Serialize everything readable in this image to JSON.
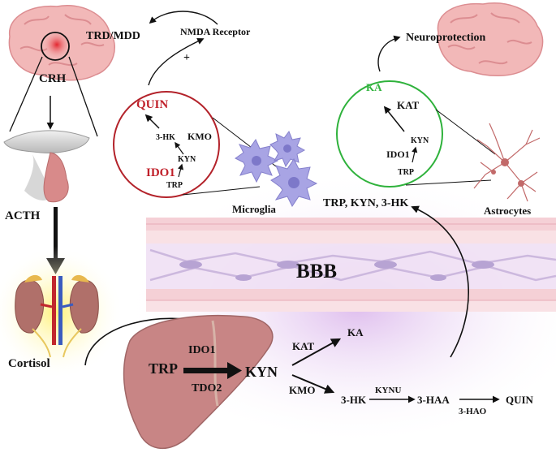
{
  "labels": {
    "trd_mdd": "TRD/MDD",
    "nmda": "NMDA Receptor",
    "plus": "+",
    "crh": "CRH",
    "acth": "ACTH",
    "cortisol": "Cortisol",
    "quin_micro": "QUIN",
    "kmo_micro": "KMO",
    "hk_micro": "3-HK",
    "kyn_micro": "KYN",
    "ido1_micro": "IDO1",
    "trp_micro": "TRP",
    "microglia": "Microglia",
    "neuroprotection": "Neuroprotection",
    "ka_astro": "KA",
    "kat_astro": "KAT",
    "kyn_astro": "KYN",
    "ido1_astro": "IDO1",
    "trp_astro": "TRP",
    "astrocytes": "Astrocytes",
    "transport": "TRP, KYN, 3-HK",
    "bbb": "BBB",
    "ido1_liver": "IDO1",
    "trp_liver": "TRP",
    "tdo2": "TDO2",
    "kyn_liver": "KYN",
    "kat_liver": "KAT",
    "ka_liver": "KA",
    "kmo_liver": "KMO",
    "hk_liver": "3-HK",
    "kynu": "KYNU",
    "haa": "3-HAA",
    "hao": "3-HAO",
    "quin_liver": "QUIN"
  },
  "colors": {
    "brain": "#f2b8b8",
    "brain_fold": "#dc8d91",
    "microglia_ring": "#b3222a",
    "astro_ring": "#2fb23c",
    "quin_red": "#c0202a",
    "ka_green": "#2fb23c",
    "liver": "#c88585",
    "bbb_band": "#f7d4dc",
    "glow": "#fff27a",
    "purple": "#e6c8f0",
    "microglia_cell": "#a8a4e4",
    "astro_cell": "#c26a6a"
  }
}
